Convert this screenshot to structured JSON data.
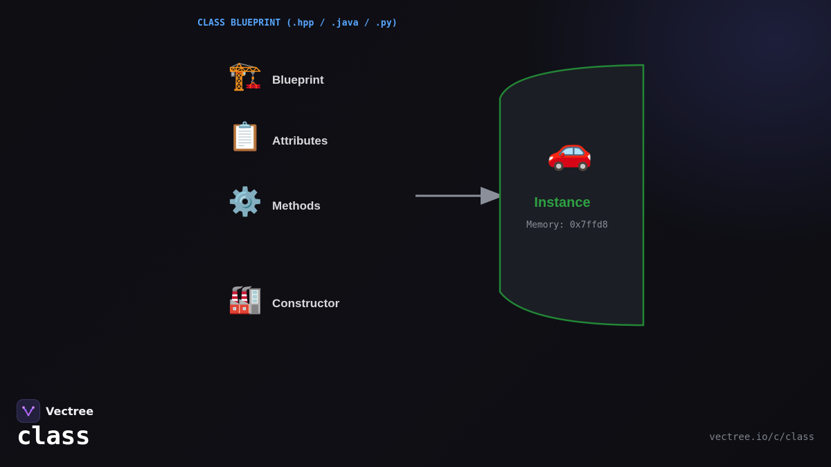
{
  "header": {
    "label": "CLASS BLUEPRINT (.hpp / .java / .py)"
  },
  "concepts": [
    {
      "icon": "construction-crane-icon",
      "emoji": "🏗️",
      "label": "Blueprint"
    },
    {
      "icon": "clipboard-icon",
      "emoji": "📋",
      "label": "Attributes"
    },
    {
      "icon": "gear-icon",
      "emoji": "⚙️",
      "label": "Methods"
    },
    {
      "icon": "factory-icon",
      "emoji": "🏭",
      "label": "Constructor"
    }
  ],
  "instance": {
    "icon": "car-icon",
    "emoji": "🚗",
    "title": "Instance",
    "memory": "Memory: 0x7ffd8"
  },
  "brand": {
    "name": "Vectree",
    "topic": "class"
  },
  "footer": {
    "url": "vectree.io/c/class"
  },
  "colors": {
    "header_accent": "#58a6ff",
    "instance_accent": "#2ea043",
    "arrow": "#8b8f99",
    "background": "#0e0e13"
  }
}
